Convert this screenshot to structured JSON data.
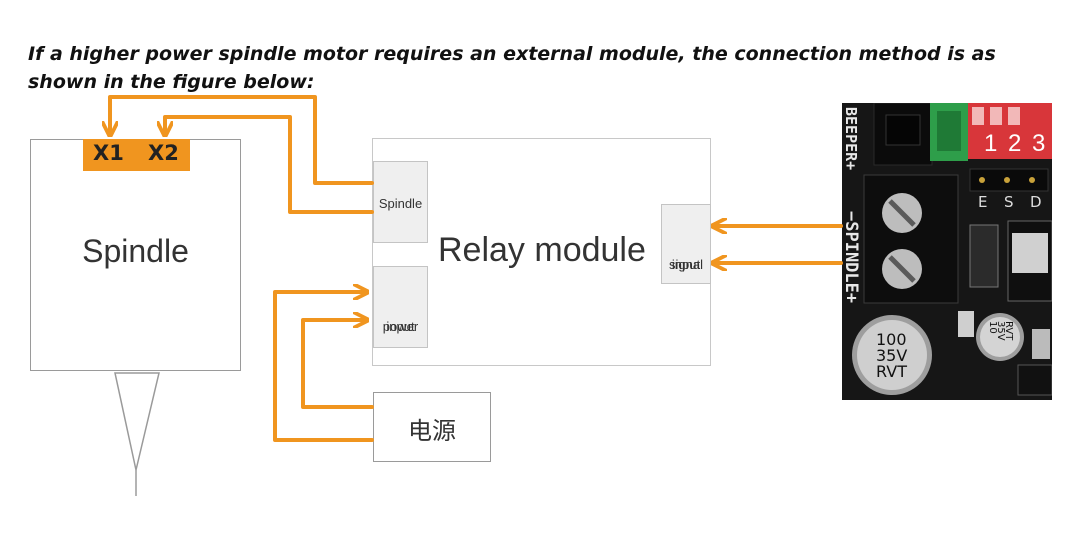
{
  "caption": "If a higher power spindle motor requires an external module, the connection method is as shown in the figure below:",
  "spindle": {
    "label": "Spindle",
    "terminal_x1": "X1",
    "terminal_x2": "X2"
  },
  "relay": {
    "label": "Relay module",
    "spindle_port": "Spindle",
    "power_port_line1": "power",
    "power_port_line2": "input",
    "signal_port_line1": "signal",
    "signal_port_line2": "input"
  },
  "power_source": {
    "label": "电源"
  },
  "board": {
    "beeper_label": "BEEPER+",
    "spindle_label": "−SPINDLE+",
    "dip_numbers": [
      "1",
      "2",
      "3"
    ],
    "pin_letters": [
      "E",
      "S",
      "D"
    ],
    "cap_large": [
      "100",
      "35V",
      "RVT"
    ],
    "cap_small": [
      "10",
      "35V",
      "RVT"
    ]
  },
  "colors": {
    "wire": "#f0951f",
    "terminal": "#f0951f",
    "board": "#161616",
    "connector_green": "#2e9e4a",
    "dip_red": "#d8363a"
  }
}
